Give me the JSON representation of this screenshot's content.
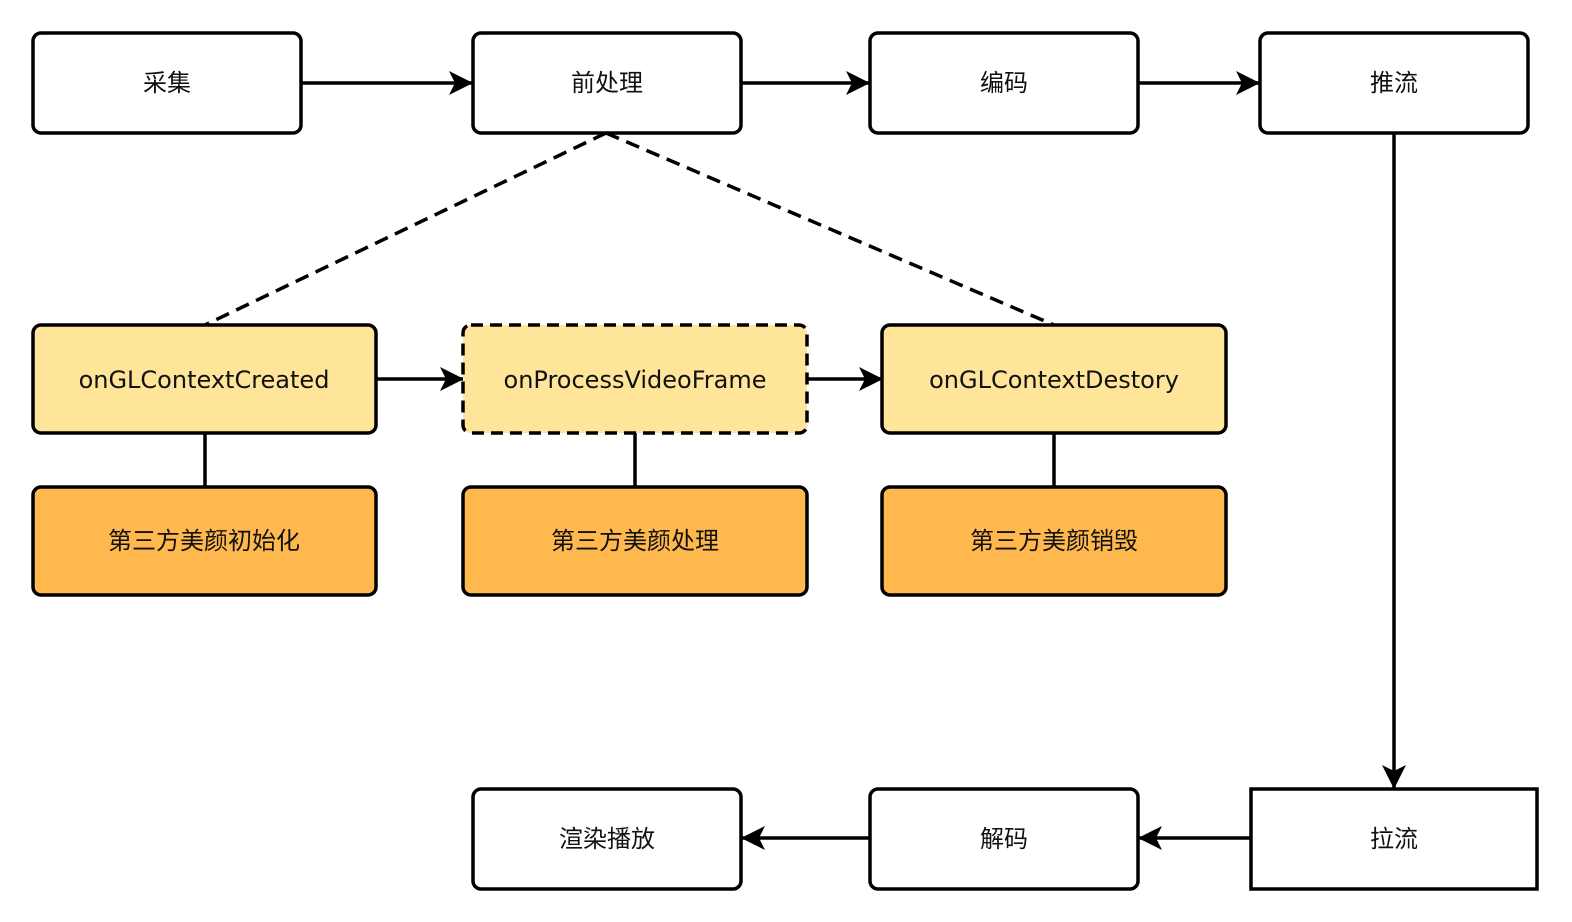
{
  "nodes": {
    "capture": "采集",
    "preprocess": "前处理",
    "encode": "编码",
    "push": "推流",
    "gl_created": "onGLContextCreated",
    "process_frame": "onProcessVideoFrame",
    "gl_destroy": "onGLContextDestory",
    "beauty_init": "第三方美颜初始化",
    "beauty_process": "第三方美颜处理",
    "beauty_destroy": "第三方美颜销毁",
    "pull": "拉流",
    "decode": "解码",
    "render": "渲染播放"
  },
  "colors": {
    "stroke": "#000000",
    "plain_fill": "#ffffff",
    "callback_fill": "#ffe599",
    "beauty_fill": "#ffb84d"
  }
}
